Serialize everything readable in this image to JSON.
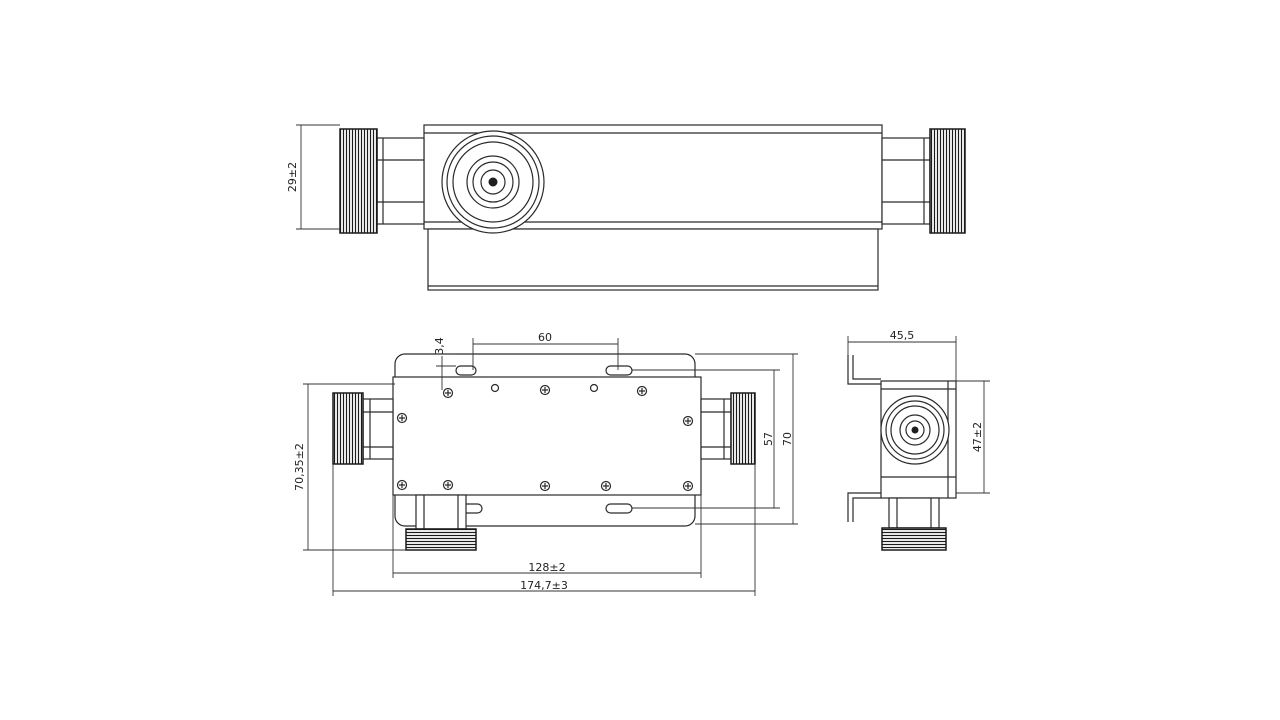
{
  "drawing": {
    "dimensions": {
      "top_height": "29±2",
      "slot_spacing": "60",
      "slot_offset": "3,4",
      "outer_height": "70,35±2",
      "inner_height": "57",
      "flange_height": "70",
      "body_length": "128±2",
      "total_length": "174,7±3",
      "side_width": "45,5",
      "side_height": "47±2"
    }
  }
}
